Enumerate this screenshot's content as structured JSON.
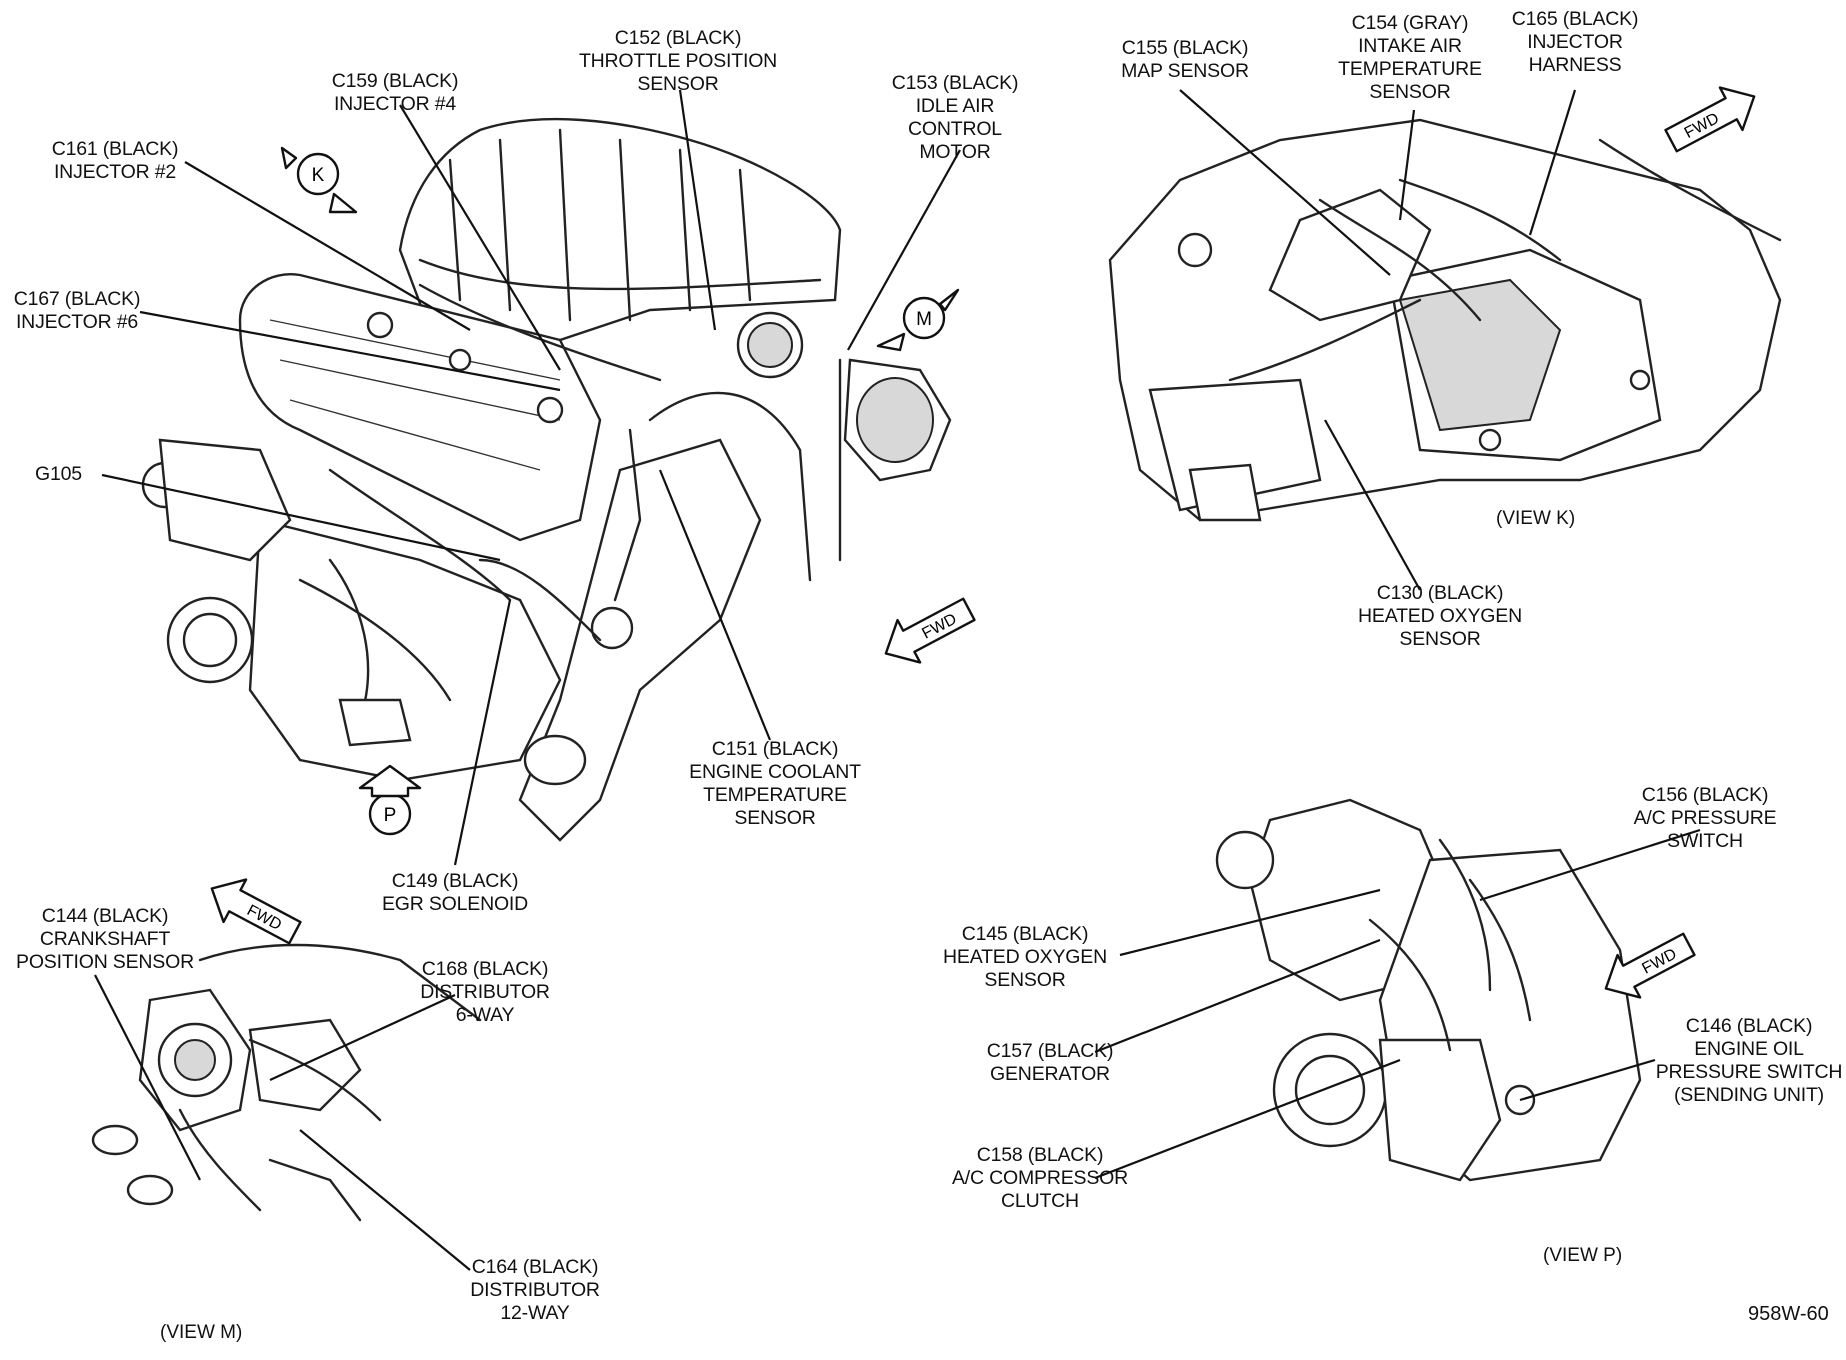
{
  "labels": {
    "c152": [
      "C152 (BLACK)",
      "THROTTLE POSITION",
      "SENSOR"
    ],
    "c159": [
      "C159 (BLACK)",
      "INJECTOR #4"
    ],
    "c153": [
      "C153 (BLACK)",
      "IDLE AIR",
      "CONTROL",
      "MOTOR"
    ],
    "c161": [
      "C161 (BLACK)",
      "INJECTOR #2"
    ],
    "c167": [
      "C167 (BLACK)",
      "INJECTOR #6"
    ],
    "g105": [
      "G105"
    ],
    "c151": [
      "C151 (BLACK)",
      "ENGINE COOLANT",
      "TEMPERATURE",
      "SENSOR"
    ],
    "c149": [
      "C149 (BLACK)",
      "EGR SOLENOID"
    ],
    "c155": [
      "C155 (BLACK)",
      "MAP SENSOR"
    ],
    "c154": [
      "C154 (GRAY)",
      "INTAKE AIR",
      "TEMPERATURE",
      "SENSOR"
    ],
    "c165": [
      "C165 (BLACK)",
      "INJECTOR",
      "HARNESS"
    ],
    "c130": [
      "C130 (BLACK)",
      "HEATED OXYGEN",
      "SENSOR"
    ],
    "c144": [
      "C144 (BLACK)",
      "CRANKSHAFT",
      "POSITION SENSOR"
    ],
    "c168": [
      "C168 (BLACK)",
      "DISTRIBUTOR",
      "6-WAY"
    ],
    "c164": [
      "C164 (BLACK)",
      "DISTRIBUTOR",
      "12-WAY"
    ],
    "c156": [
      "C156 (BLACK)",
      "A/C PRESSURE",
      "SWITCH"
    ],
    "c145": [
      "C145 (BLACK)",
      "HEATED OXYGEN",
      "SENSOR"
    ],
    "c157": [
      "C157 (BLACK)",
      "GENERATOR"
    ],
    "c146": [
      "C146 (BLACK)",
      "ENGINE OIL",
      "PRESSURE SWITCH",
      "(SENDING UNIT)"
    ],
    "c158": [
      "C158 (BLACK)",
      "A/C COMPRESSOR",
      "CLUTCH"
    ]
  },
  "views": {
    "k": "(VIEW K)",
    "m": "(VIEW M)",
    "p": "(VIEW P)"
  },
  "callouts": {
    "k": "K",
    "m": "M",
    "p": "P"
  },
  "fwd": "FWD",
  "figure_code": "958W-60"
}
